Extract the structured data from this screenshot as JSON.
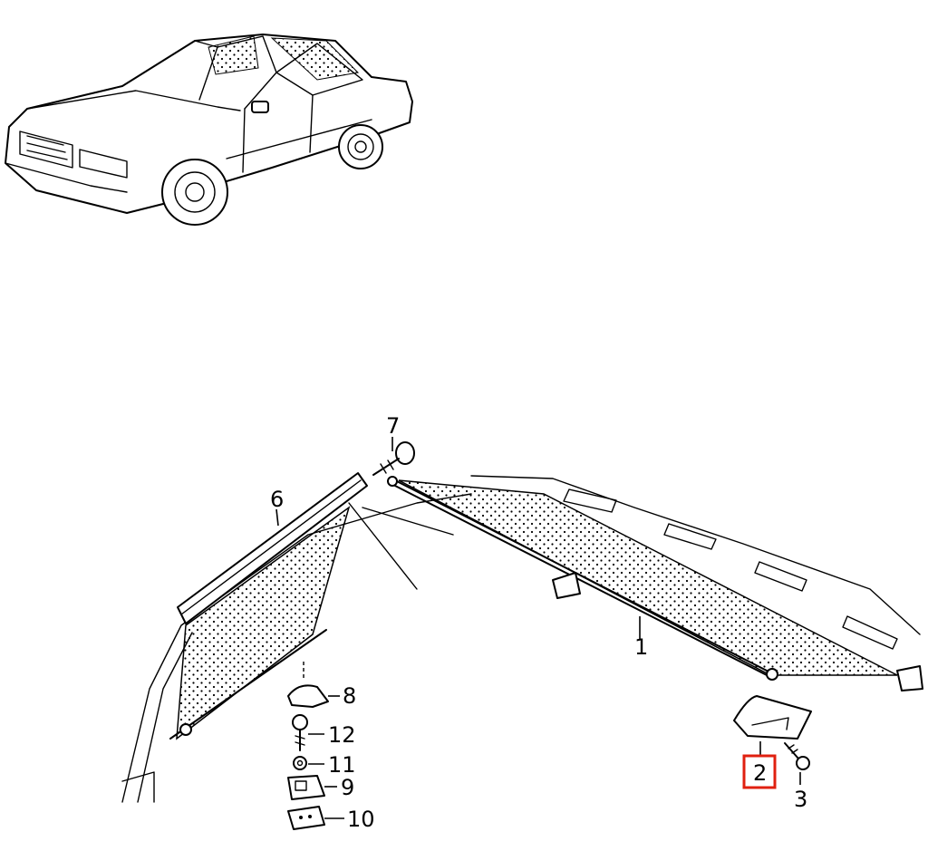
{
  "callouts": {
    "c1": "1",
    "c2": "2",
    "c3": "3",
    "c6": "6",
    "c7": "7",
    "c8": "8",
    "c9": "9",
    "c10": "10",
    "c11": "11",
    "c12": "12"
  },
  "highlight_color": "#e02010",
  "ink_color": "#000000"
}
